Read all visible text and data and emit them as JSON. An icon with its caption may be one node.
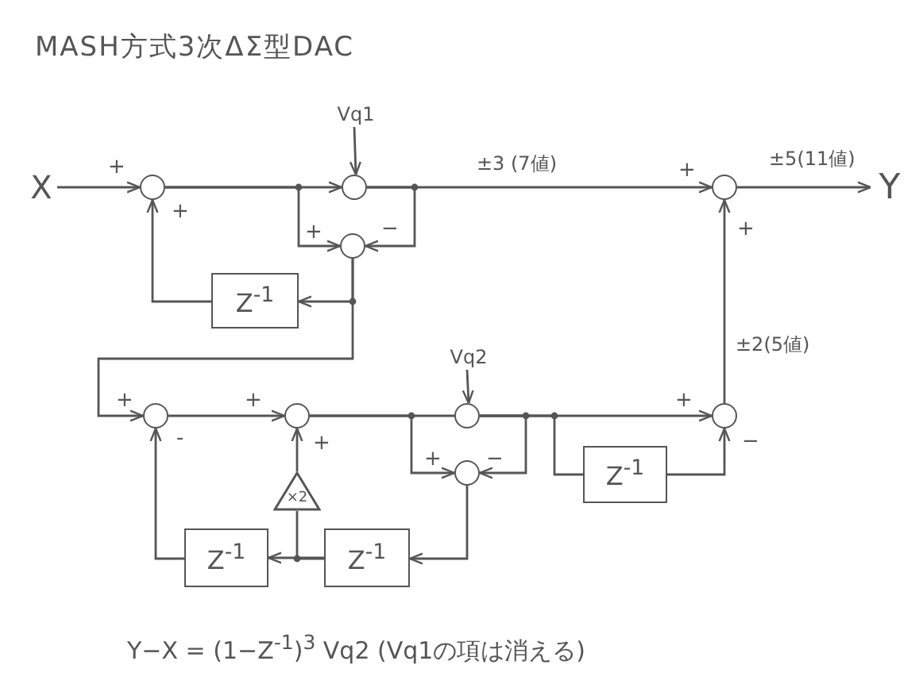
{
  "diagram": {
    "title": "MASH方式3次ΔΣ型DAC",
    "nodes": [
      {
        "text": [
          "X"
        ]
      },
      {
        "text": [],
        "shape": "circle"
      },
      {
        "text": [],
        "shape": "circle"
      },
      {
        "text": [
          "Vq1"
        ]
      },
      {
        "text": [],
        "shape": "circle"
      },
      {
        "text": [
          "Z$^{-1}$"
        ]
      },
      {
        "text": [],
        "shape": "circle"
      },
      {
        "text": [
          "Y"
        ]
      },
      {
        "text": [],
        "shape": "circle"
      },
      {
        "text": [],
        "shape": "circle"
      },
      {
        "text": [
          "Vq2"
        ]
      },
      {
        "text": [],
        "shape": "circle"
      },
      {
        "text": [],
        "shape": "circle"
      },
      {
        "text": [
          "×2"
        ]
      },
      {
        "text": [
          "Z$^{-1}$"
        ]
      },
      {
        "text": [
          "Z$^{-1}$"
        ]
      },
      {
        "text": [
          "Z$^{-1}$"
        ]
      },
      {
        "text": [],
        "shape": "circle"
      }
    ],
    "edges": [
      {
        "from": 0,
        "to": 1,
        "arrow": "to"
      },
      {
        "from": 1,
        "to": 2,
        "arrow": "to"
      },
      {
        "from": 3,
        "to": 2,
        "arrow": "to"
      },
      {
        "from": 1,
        "to": 4,
        "arrow": "to"
      },
      {
        "from": 2,
        "to": 4,
        "arrow": "to"
      },
      {
        "from": 2,
        "to": 6,
        "arrow": "to",
        "label": "±3 (7値)"
      },
      {
        "from": 4,
        "to": 5,
        "arrow": "to"
      },
      {
        "from": 5,
        "to": 1,
        "arrow": "to"
      },
      {
        "from": 4,
        "to": 8,
        "arrow": "to"
      },
      {
        "from": 8,
        "to": 9,
        "arrow": "to"
      },
      {
        "from": 9,
        "to": 11,
        "arrow": "none"
      },
      {
        "from": 10,
        "to": 11,
        "arrow": "to"
      },
      {
        "from": 9,
        "to": 12,
        "arrow": "to"
      },
      {
        "from": 11,
        "to": 12,
        "arrow": "to"
      },
      {
        "from": 11,
        "to": 17,
        "arrow": "to"
      },
      {
        "from": 11,
        "to": 16,
        "arrow": "none"
      },
      {
        "from": 16,
        "to": 17,
        "arrow": "to"
      },
      {
        "from": 17,
        "to": 6,
        "arrow": "to",
        "label": "±2(5値)"
      },
      {
        "from": 6,
        "to": 7,
        "arrow": "to",
        "label": "±5(11値)"
      },
      {
        "from": 12,
        "to": 15,
        "arrow": "to"
      },
      {
        "from": 15,
        "to": 14,
        "arrow": "to"
      },
      {
        "from": 15,
        "to": 13,
        "arrow": "none"
      },
      {
        "from": 13,
        "to": 9,
        "arrow": "to"
      },
      {
        "from": 14,
        "to": 8,
        "arrow": "to"
      }
    ],
    "labels": [
      "+",
      "+",
      "+",
      "−",
      "+",
      "+",
      "+",
      "+",
      "+",
      "-",
      "+",
      "+",
      "−",
      "−"
    ],
    "caption": "Y−X = (1−Z$^{-1}$)$^{3}$ Vq2 (Vq1の項は消える)"
  }
}
